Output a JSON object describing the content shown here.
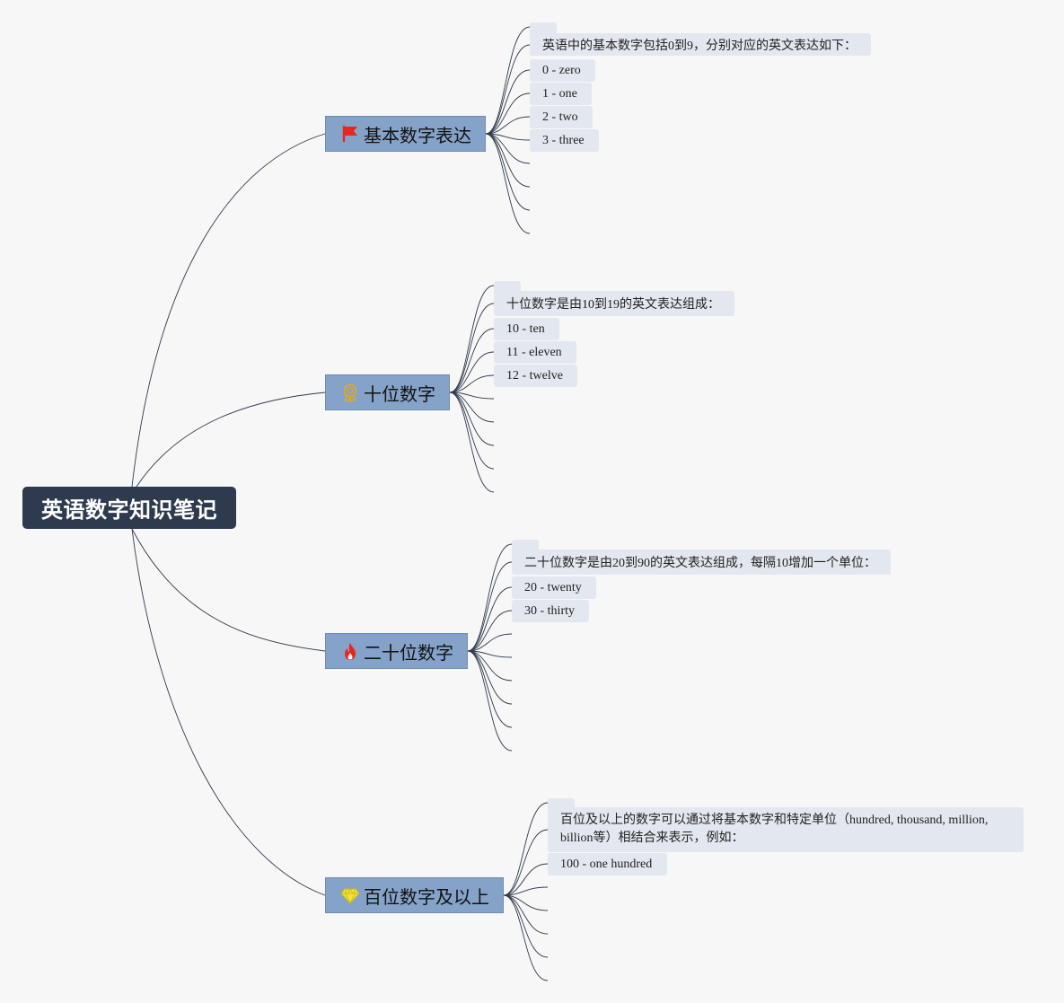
{
  "root": {
    "title": "英语数字知识笔记"
  },
  "branches": [
    {
      "title": "基本数字表达",
      "icon": "red-flag-icon",
      "items": [
        "英语中的基本数字包括0到9，分别对应的英文表达如下：",
        "0 - zero",
        "1 - one",
        "2 - two",
        "3 - three"
      ]
    },
    {
      "title": "十位数字",
      "icon": "award-badge-icon",
      "items": [
        "十位数字是由10到19的英文表达组成：",
        "10 - ten",
        "11 - eleven",
        "12 - twelve"
      ]
    },
    {
      "title": "二十位数字",
      "icon": "fire-icon",
      "items": [
        "二十位数字是由20到90的英文表达组成，每隔10增加一个单位：",
        "20 - twenty",
        "30 - thirty"
      ]
    },
    {
      "title": "百位数字及以上",
      "icon": "diamond-icon",
      "items": [
        "百位及以上的数字可以通过将基本数字和特定单位（hundred, thousand, million, billion等）相结合来表示，例如：",
        "100 - one hundred"
      ]
    }
  ],
  "colors": {
    "root_bg": "#2e3a4e",
    "branch_bg": "#85a3c8",
    "leaf_bg": "#e3e7ef",
    "line": "#2f3a4c",
    "flag": "#e8261e",
    "badge": "#d9a82b",
    "fire": "#e8261e",
    "diamond": "#f2e33a"
  }
}
